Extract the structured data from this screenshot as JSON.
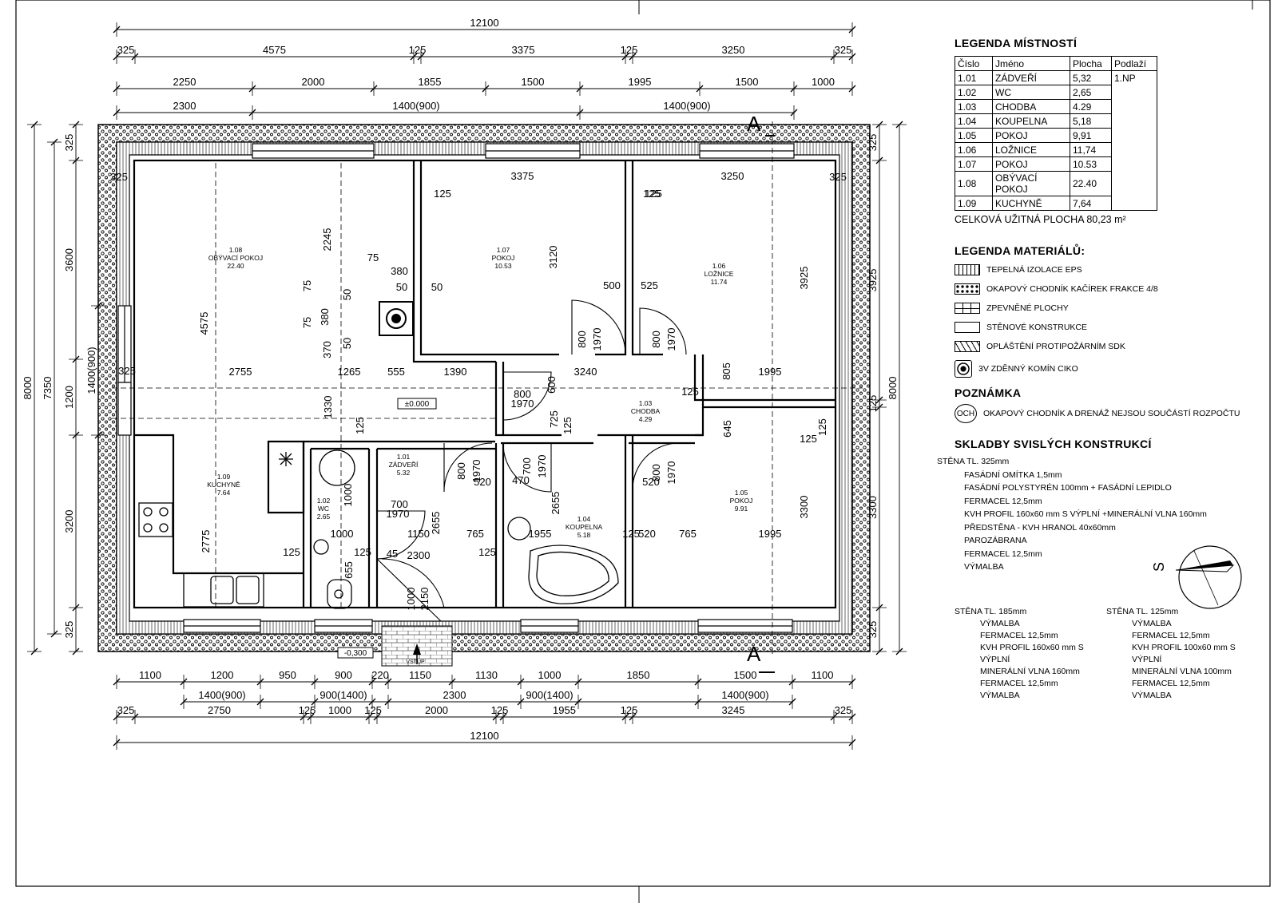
{
  "drawing": {
    "top_dims": {
      "row1": [
        "12100"
      ],
      "row2": [
        "325",
        "4575",
        "125",
        "3375",
        "125",
        "3250",
        "325"
      ],
      "row3": [
        "2250",
        "2000",
        "1855",
        "1500",
        "1995",
        "1500",
        "1000"
      ],
      "row4": [
        "2300",
        "1400(900)",
        "1400(900)"
      ]
    },
    "bottom_dims": {
      "row1": [
        "1100",
        "1200",
        "950",
        "900",
        "220",
        "1150",
        "1130",
        "1000",
        "1850",
        "1500",
        "1100"
      ],
      "row2": [
        "1400(900)",
        "900(1400)",
        "2300",
        "900(1400)",
        "1400(900)"
      ],
      "row3": [
        "325",
        "2750",
        "125",
        "1000",
        "125",
        "2000",
        "125",
        "1955",
        "125",
        "3245",
        "325"
      ],
      "row4": [
        "12100"
      ]
    },
    "left_dims": {
      "outer": "8000",
      "mid": "7350",
      "inner": [
        "325",
        "3600",
        "1200",
        "3200",
        "325"
      ],
      "window": "1400(900)"
    },
    "right_dims": {
      "outer": "8000",
      "inner": [
        "325",
        "3925",
        "125",
        "3300",
        "325"
      ]
    },
    "section": "A",
    "levels": {
      "floor": "±0.000",
      "outside": "-0,300"
    },
    "entrance": "VSTUP",
    "rooms": [
      {
        "num": "1.08",
        "name": "OBÝVACÍ POKOJ",
        "area": "22.40"
      },
      {
        "num": "1.07",
        "name": "POKOJ",
        "area": "10.53"
      },
      {
        "num": "1.06",
        "name": "LOŽNICE",
        "area": "11.74"
      },
      {
        "num": "1.03",
        "name": "CHODBA",
        "area": "4.29"
      },
      {
        "num": "1.09",
        "name": "KUCHYNĚ",
        "area": "7.64"
      },
      {
        "num": "1.02",
        "name": "WC",
        "area": "2.65"
      },
      {
        "num": "1.01",
        "name": "ZÁDVEŘÍ",
        "area": "5.32"
      },
      {
        "num": "1.04",
        "name": "KOUPELNA",
        "area": "5.18"
      },
      {
        "num": "1.05",
        "name": "POKOJ",
        "area": "9.91"
      }
    ],
    "inner_dims": [
      "3375",
      "3250",
      "125",
      "125",
      "325",
      "325",
      "2245",
      "4575",
      "3120",
      "3925",
      "75",
      "380",
      "50",
      "50",
      "75",
      "50",
      "75",
      "380",
      "370",
      "50",
      "500",
      "525",
      "125",
      "800",
      "1970",
      "800",
      "1970",
      "2755",
      "1265",
      "555",
      "1390",
      "3240",
      "1995",
      "325",
      "805",
      "125",
      "1330",
      "125",
      "800",
      "1970",
      "600",
      "725",
      "125",
      "645",
      "125",
      "800",
      "1970",
      "520",
      "700",
      "1970",
      "470",
      "800",
      "1970",
      "520",
      "1000",
      "700",
      "1970",
      "2655",
      "2655",
      "3300",
      "2775",
      "1000",
      "1150",
      "765",
      "1955",
      "125",
      "520",
      "765",
      "1995",
      "125",
      "125",
      "45",
      "2300",
      "125",
      "655",
      "1000",
      "2150",
      "125"
    ]
  },
  "legend": {
    "rooms_title": "LEGENDA MÍSTNOSTÍ",
    "headers": [
      "Číslo",
      "Jméno",
      "Plocha",
      "Podlaží"
    ],
    "rows": [
      [
        "1.01",
        "ZÁDVEŘÍ",
        "5,32",
        "1.NP"
      ],
      [
        "1.02",
        "WC",
        "2,65",
        ""
      ],
      [
        "1.03",
        "CHODBA",
        "4.29",
        ""
      ],
      [
        "1.04",
        "KOUPELNA",
        "5,18",
        ""
      ],
      [
        "1.05",
        "POKOJ",
        "9,91",
        ""
      ],
      [
        "1.06",
        "LOŽNICE",
        "11,74",
        ""
      ],
      [
        "1.07",
        "POKOJ",
        "10.53",
        ""
      ],
      [
        "1.08",
        "OBÝVACÍ  POKOJ",
        "22.40",
        ""
      ],
      [
        "1.09",
        "KUCHYNĚ",
        "7,64",
        ""
      ]
    ],
    "total": "CELKOVÁ  UŽITNÁ  PLOCHA  80,23  m²",
    "materials_title": "LEGENDA MATERIÁLŮ:",
    "materials": [
      {
        "label": "TEPELNÁ IZOLACE EPS",
        "swatch": "eps"
      },
      {
        "label": "OKAPOVÝ CHODNÍK KAČÍREK FRAKCE 4/8",
        "swatch": "gravel"
      },
      {
        "label": "ZPEVNĚNÉ PLOCHY",
        "swatch": "paved"
      },
      {
        "label": "STĚNOVÉ KONSTRUKCE",
        "swatch": "wall"
      },
      {
        "label": "OPLÁŠTĚNÍ PROTIPOŽÁRNÍM SDK",
        "swatch": "sdk"
      },
      {
        "label": "3V ZDĚNNÝ KOMÍN CIKO",
        "swatch": "chimney"
      }
    ],
    "note_title": "POZNÁMKA",
    "note_badge": "OCH",
    "note_text": "OKAPOVÝ CHODNÍK A DRENÁŽ NEJSOU SOUČÁSTÍ ROZPOČTU",
    "comp_title": "SKLADBY SVISLÝCH KONSTRUKCÍ",
    "wall325_title": "STĚNA TL. 325mm",
    "wall325": [
      "FASÁDNÍ OMÍTKA 1,5mm",
      "FASÁDNÍ POLYSTYRÉN 100mm + FASÁDNÍ LEPIDLO",
      "FERMACEL 12,5mm",
      "KVH PROFIL 160x60 mm S VÝPLNÍ +MINERÁLNÍ VLNA 160mm",
      "PŘEDSTĚNA - KVH HRANOL 40x60mm",
      "PAROZÁBRANA",
      "FERMACEL 12,5mm",
      "VÝMALBA"
    ],
    "wall185_title": "STĚNA TL. 185mm",
    "wall185": [
      "VÝMALBA",
      "FERMACEL 12,5mm",
      "KVH PROFIL 160x60 mm S VÝPLNÍ",
      "MINERÁLNÍ VLNA 160mm",
      "FERMACEL 12,5mm",
      "VÝMALBA"
    ],
    "wall125_title": "STĚNA TL. 125mm",
    "wall125": [
      "VÝMALBA",
      "FERMACEL 12,5mm",
      "KVH PROFIL 100x60 mm S VÝPLNÍ",
      "MINERÁLNÍ VLNA 100mm",
      "FERMACEL 12,5mm",
      "VÝMALBA"
    ],
    "north": "S"
  },
  "colors": {
    "line": "#000000",
    "paper": "#ffffff"
  }
}
